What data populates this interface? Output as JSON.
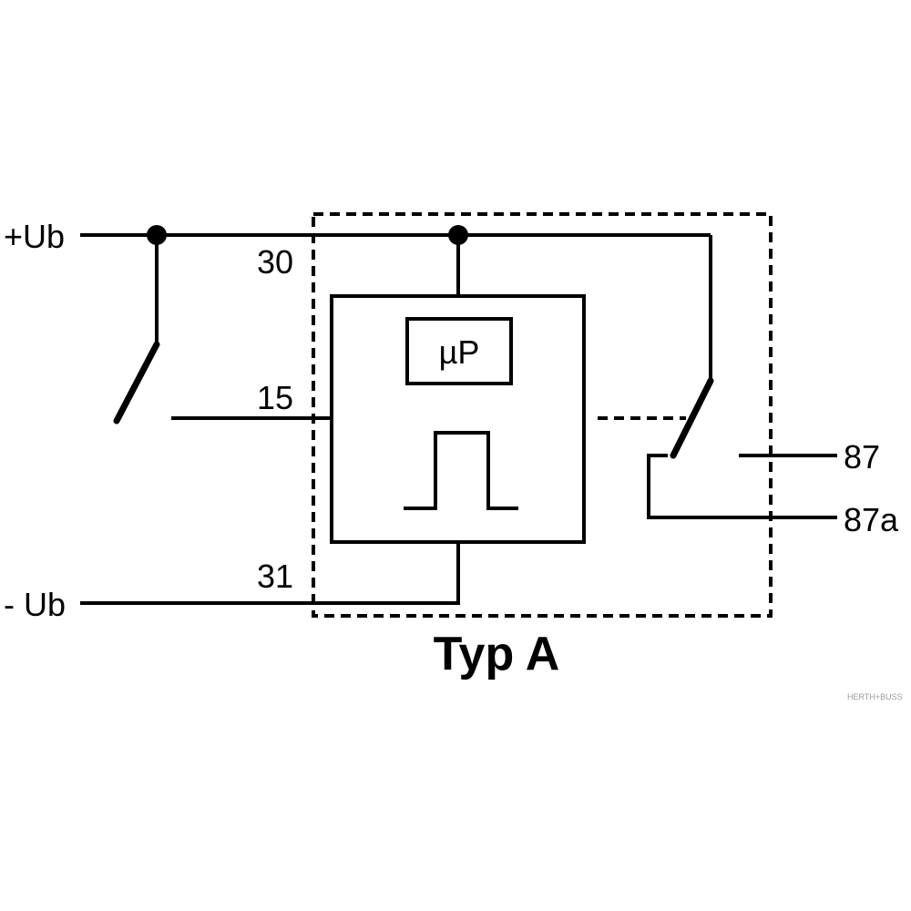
{
  "labels": {
    "plus_ub": "+Ub",
    "minus_ub": "- Ub",
    "terminal_30": "30",
    "terminal_15": "15",
    "terminal_31": "31",
    "terminal_87": "87",
    "terminal_87a": "87a",
    "microprocessor": "µP"
  },
  "caption": "Typ A",
  "watermark": "HERTH+BUSS",
  "colors": {
    "line": "#000000",
    "background": "#ffffff",
    "watermark": "#9a9a9a"
  }
}
